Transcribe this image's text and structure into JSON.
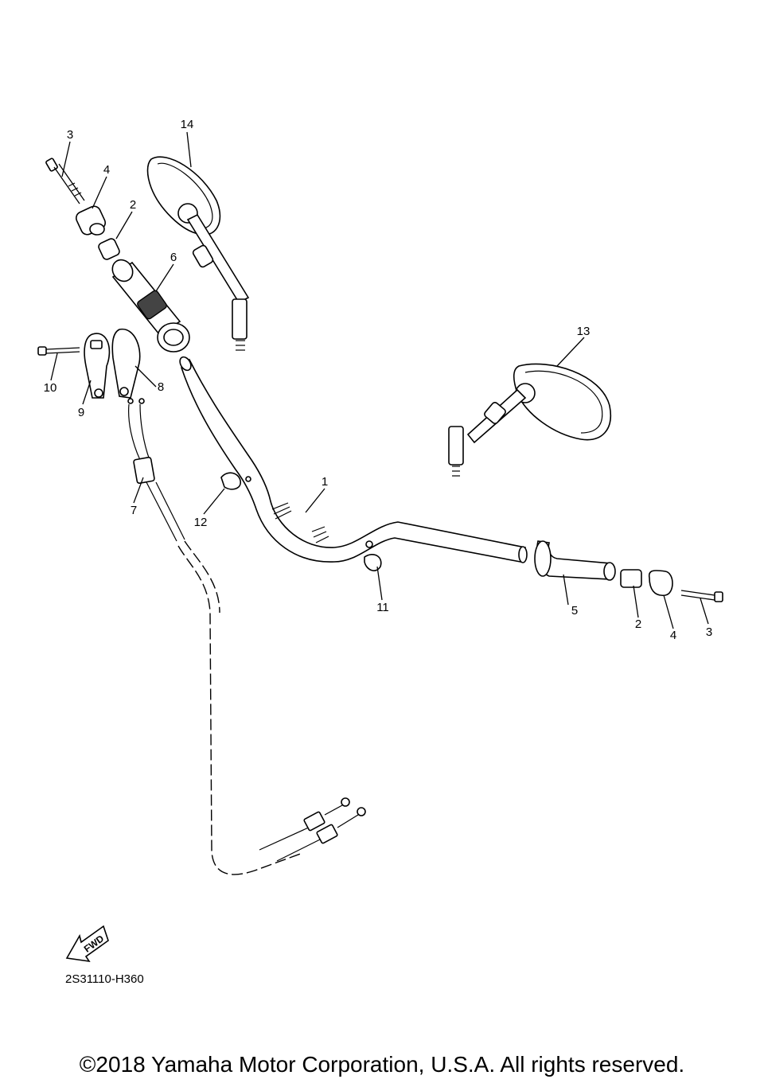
{
  "diagram": {
    "callouts": {
      "c1": "1",
      "c2_left": "2",
      "c2_right": "2",
      "c3_left": "3",
      "c3_right": "3",
      "c4_left": "4",
      "c4_right": "4",
      "c5": "5",
      "c6": "6",
      "c7": "7",
      "c8": "8",
      "c9": "9",
      "c10": "10",
      "c11": "11",
      "c12": "12",
      "c13": "13",
      "c14": "14"
    },
    "fwd_arrow_text": "FWD",
    "drawing_code": "2S31110-H360"
  },
  "footer": {
    "copyright": "©2018 Yamaha Motor Corporation, U.S.A. All rights reserved."
  }
}
